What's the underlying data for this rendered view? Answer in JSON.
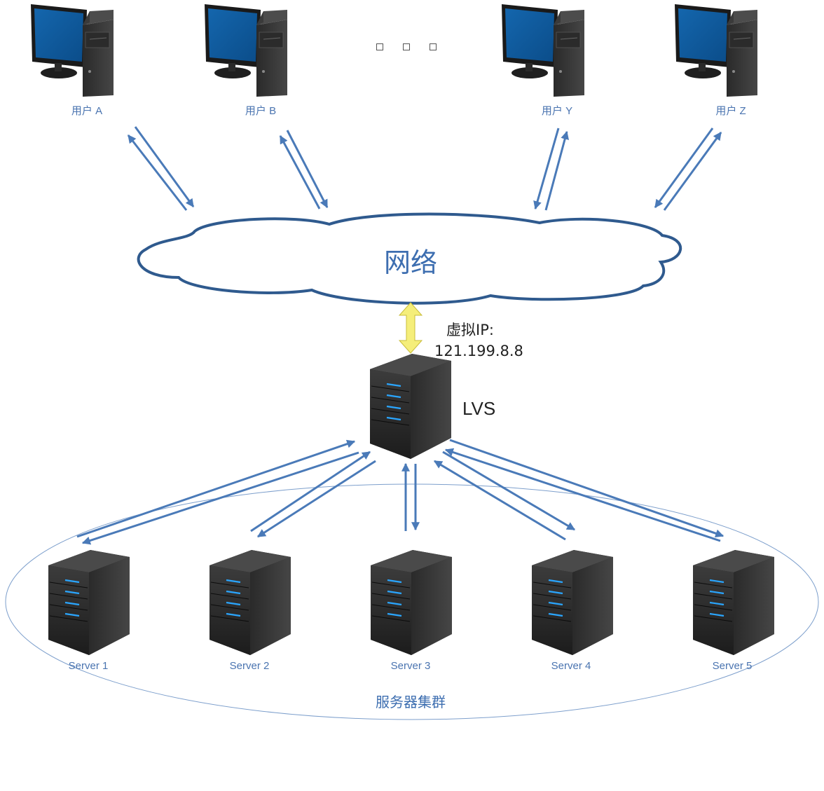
{
  "users": [
    {
      "label": "用户 A"
    },
    {
      "label": "用户 B"
    },
    {
      "label": "用户 Y"
    },
    {
      "label": "用户 Z"
    }
  ],
  "network": {
    "label": "网络"
  },
  "virtual_ip": {
    "label": "虚拟IP:",
    "address": "121.199.8.8"
  },
  "lvs": {
    "label": "LVS"
  },
  "servers": [
    {
      "label": "Server 1"
    },
    {
      "label": "Server 2"
    },
    {
      "label": "Server 3"
    },
    {
      "label": "Server 4"
    },
    {
      "label": "Server 5"
    }
  ],
  "cluster": {
    "label": "服务器集群"
  },
  "colors": {
    "arrow": "#4a7ab8",
    "cloud_stroke": "#2f5a8e",
    "vip_arrow": "#f5ee7a",
    "screen": "#0c5699"
  }
}
